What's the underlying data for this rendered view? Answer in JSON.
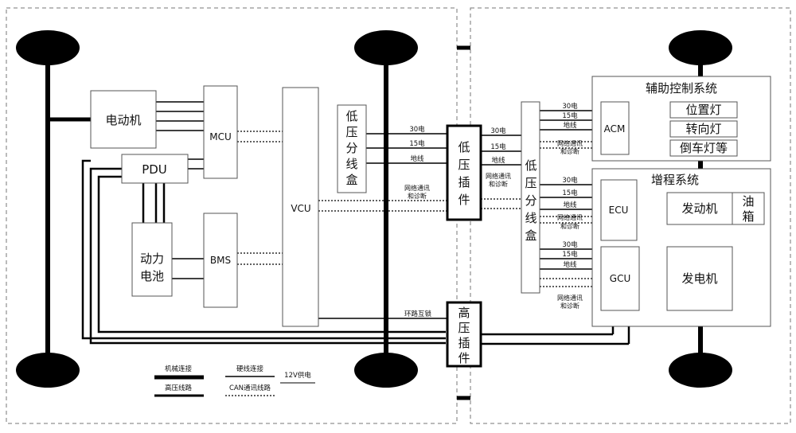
{
  "modules": {
    "motor": "电动机",
    "pdu": "PDU",
    "mcu": "MCU",
    "battery": [
      "动力",
      "电池"
    ],
    "bms": "BMS",
    "vcu": "VCU",
    "lv_box_left": [
      "低",
      "压",
      "分",
      "线",
      "盒"
    ],
    "lv_plug": [
      "低",
      "压",
      "插",
      "件"
    ],
    "lv_box_right": [
      "低",
      "压",
      "分",
      "线",
      "盒"
    ],
    "hv_plug": [
      "高",
      "压",
      "插",
      "件"
    ],
    "aux_system": "辅助控制系统",
    "acm": "ACM",
    "position_lamp": "位置灯",
    "turn_lamp": "转向灯",
    "reverse_lamp": "倒车灯等",
    "range_ext_system": "增程系统",
    "ecu": "ECU",
    "engine": "发动机",
    "fuel_tank": [
      "油",
      "箱"
    ],
    "gcu": "GCU",
    "generator": "发电机"
  },
  "wire_labels": {
    "v30": "30电",
    "v15": "15电",
    "ground": "地线",
    "network": [
      "网络通讯",
      "和诊断"
    ],
    "interlock": "环路互锁"
  },
  "legend": {
    "mechanical": "机械连接",
    "high_voltage": "高压线路",
    "hard_wire": "硬线连接",
    "can_bus": "CAN通讯线路",
    "power_12v": "12V供电"
  }
}
